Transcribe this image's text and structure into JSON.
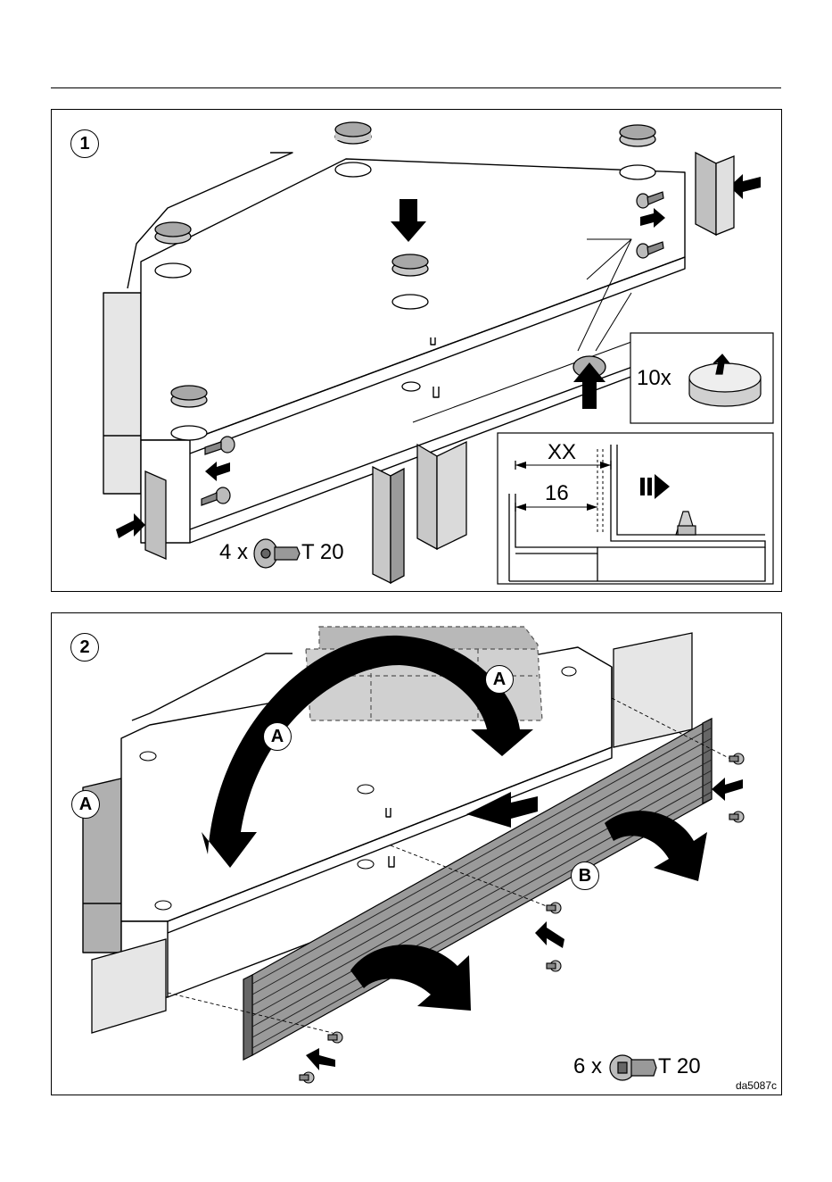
{
  "steps": {
    "step1": {
      "number": "1",
      "screw_count": "4 x",
      "screw_type": "T 20",
      "foot_count": "10x",
      "dim_outer": "XX",
      "dim_inner": "16"
    },
    "step2": {
      "number": "2",
      "callout_a": "A",
      "callout_b": "B",
      "screw_count": "6 x",
      "screw_type": "T 20"
    }
  },
  "drawing_code": "da5087c",
  "colors": {
    "line": "#000000",
    "gray_fill": "#b8b8b8",
    "light_fill": "#dcdcdc",
    "dark_fill": "#777777"
  }
}
